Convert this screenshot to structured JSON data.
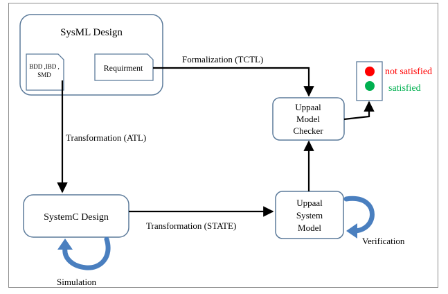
{
  "sysml": {
    "title": "SysML Design",
    "bdd_line1": "BDD ,IBD ,",
    "bdd_line2": "SMD",
    "requirement": "Requirment"
  },
  "systemc": {
    "title": "SystemC Design"
  },
  "checker": {
    "line1": "Uppaal",
    "line2": "Model",
    "line3": "Checker"
  },
  "uppaal_model": {
    "line1": "Uppaal",
    "line2": "System",
    "line3": "Model"
  },
  "arrows": {
    "formalization": "Formalization (TCTL)",
    "atl": "Transformation (ATL)",
    "state": "Transformation (STATE)"
  },
  "loops": {
    "simulation": "Simulation",
    "verification": "Verification"
  },
  "results": {
    "not_satisfied": "not satisfied",
    "satisfied": "satisfied",
    "red": "#ff0000",
    "green": "#00b050",
    "accent": "#4a7fbf"
  }
}
